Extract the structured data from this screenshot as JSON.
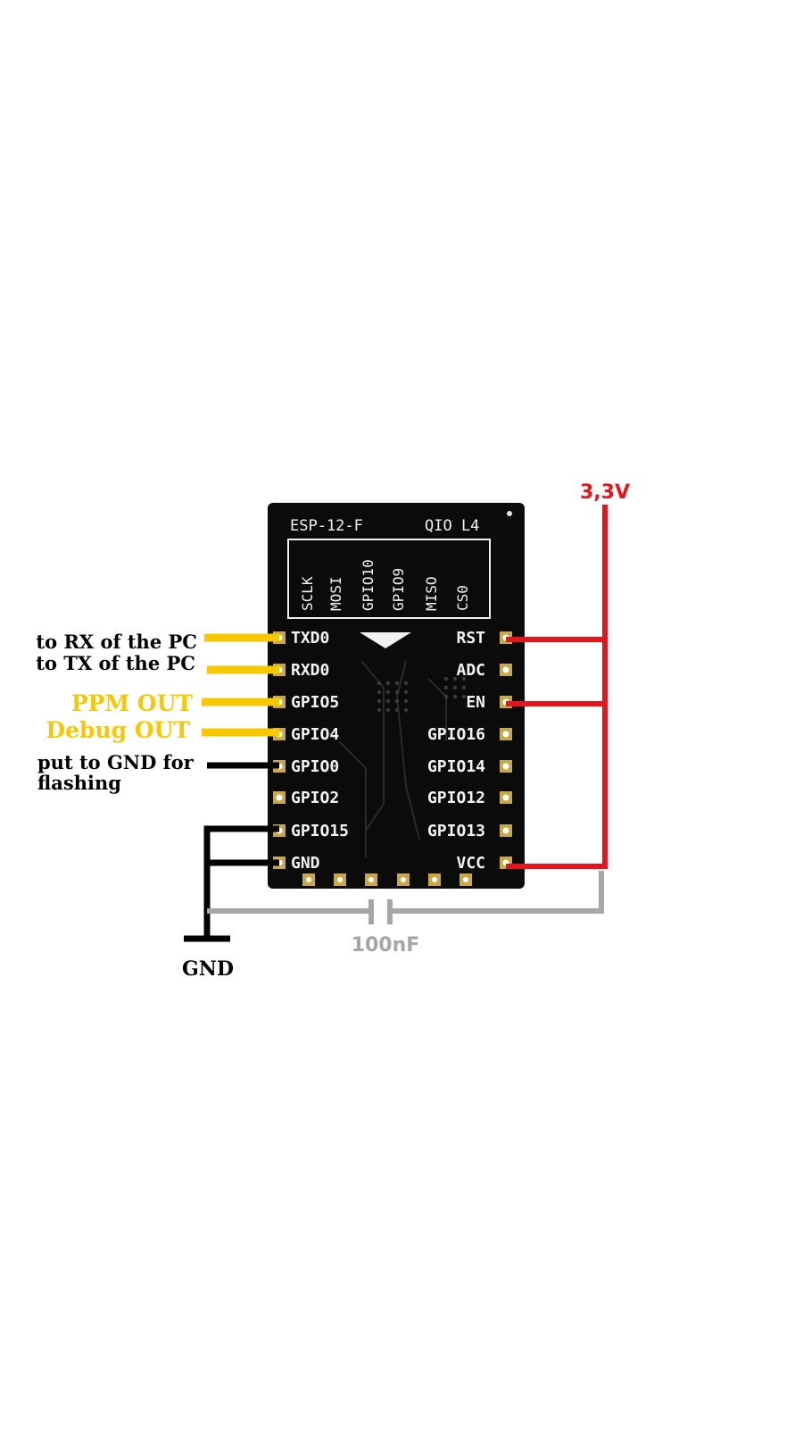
{
  "module": {
    "name": "ESP-12-F",
    "flash_mode": "QIO L4",
    "top_pins": [
      "SCLK",
      "MOSI",
      "GPIO10",
      "GPIO9",
      "MISO",
      "CS0"
    ],
    "left_pins": [
      "TXD0",
      "RXD0",
      "GPIO5",
      "GPIO4",
      "GPIO0",
      "GPIO2",
      "GPIO15",
      "GND"
    ],
    "right_pins": [
      "RST",
      "ADC",
      "EN",
      "GPIO16",
      "GPIO14",
      "GPIO12",
      "GPIO13",
      "VCC"
    ]
  },
  "annotations": {
    "txd0": "to RX of the PC",
    "rxd0": "to TX of the PC",
    "gpio5": "PPM OUT",
    "gpio4": "Debug OUT",
    "gpio0_line1": "put to GND for",
    "gpio0_line2": "flashing"
  },
  "supply_label": "3,3V",
  "ground_label": "GND",
  "capacitor_label": "100nF",
  "colors": {
    "signal": "#f5c800",
    "power": "#e8141c",
    "ground": "#000000",
    "capacitor": "#a6a6a6",
    "board": "#0b0b0b",
    "pad": "#c9a84a"
  }
}
